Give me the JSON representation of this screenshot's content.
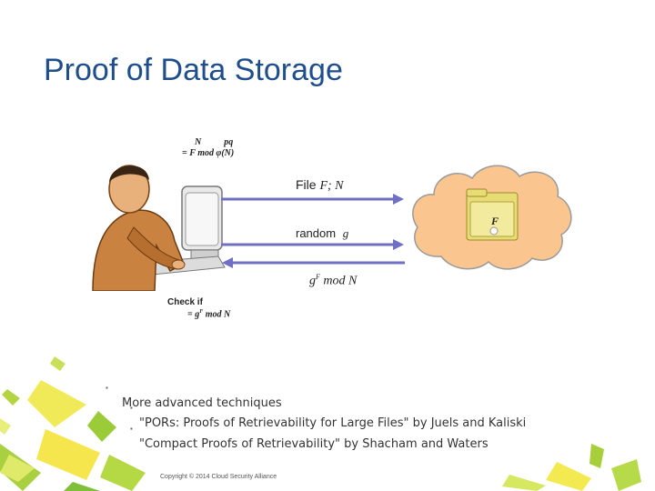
{
  "slide": {
    "title": "Proof of Data Storage",
    "footer": "Copyright © 2014 Cloud Security Alliance"
  },
  "diagram": {
    "client_notes": {
      "line1_a": "N",
      "line1_b": "pq",
      "line2": "= F mod φ(N)"
    },
    "arrow1": {
      "text": "File",
      "math": "F; N"
    },
    "arrow2": {
      "text": "random",
      "math": "g"
    },
    "arrow3": {
      "math": "g",
      "sup": "F",
      "rest": "mod N"
    },
    "check": {
      "label": "Check if",
      "formula": "= g",
      "sup": "F",
      "rest": "mod N"
    },
    "cloud_file_label": "F"
  },
  "bullets": {
    "main": "More advanced techniques",
    "sub": [
      "\"PORs: Proofs of Retrievability for Large Files\" by Juels and Kaliski",
      "\"Compact Proofs of Retrievability\" by Shacham and Waters"
    ]
  },
  "colors": {
    "title": "#1f4e8c",
    "arrow": "#6f6fc4",
    "cloud": "#fbc58f",
    "accent_green": "#a6cf3a",
    "accent_yellow": "#f4ea4f"
  }
}
